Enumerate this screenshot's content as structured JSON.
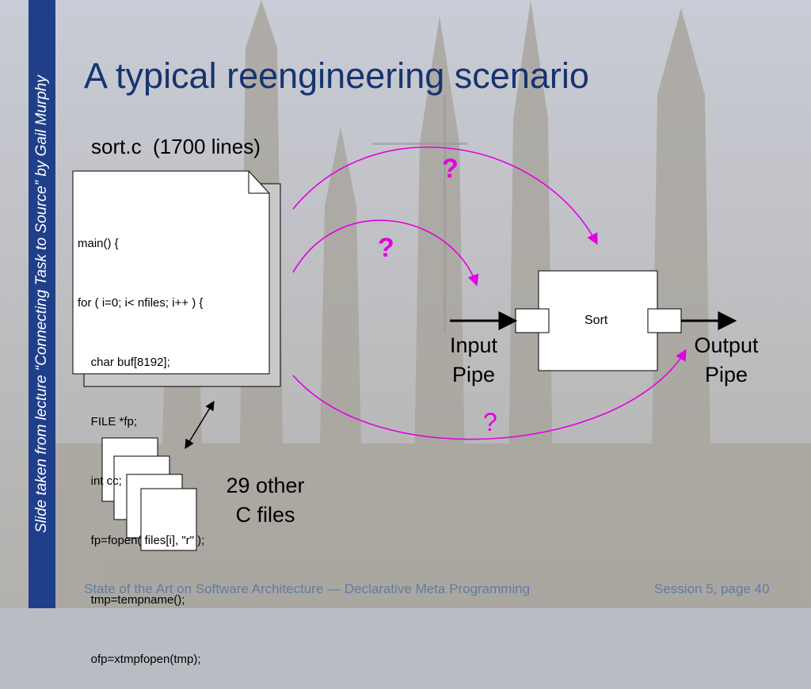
{
  "sidebar": {
    "text": "Slide taken from lecture “Connecting Task to Source” by Gail Murphy"
  },
  "title": "A typical reengineering scenario",
  "diagram": {
    "file_caption": "sort.c  (1700 lines)",
    "code_lines": [
      "main() {",
      "for ( i=0; i< nfiles; i++ ) {",
      "    char buf[8192];",
      "    FILE *fp;",
      "    int cc;",
      "    fp=fopen( files[i], \"r\" );",
      "    tmp=tempname();",
      "    ofp=xtmpfopen(tmp);"
    ],
    "sort_label": "Sort",
    "input_pipe": "Input\nPipe",
    "output_pipe": "Output\nPipe",
    "other_files": "29 other\nC files",
    "q1": "?",
    "q2": "?",
    "q3": "?",
    "arrow_color": "#e200e2"
  },
  "footer": {
    "left": "State of the Art on Software Architecture — Declarative Meta Programming",
    "right": "Session 5, page 40"
  }
}
